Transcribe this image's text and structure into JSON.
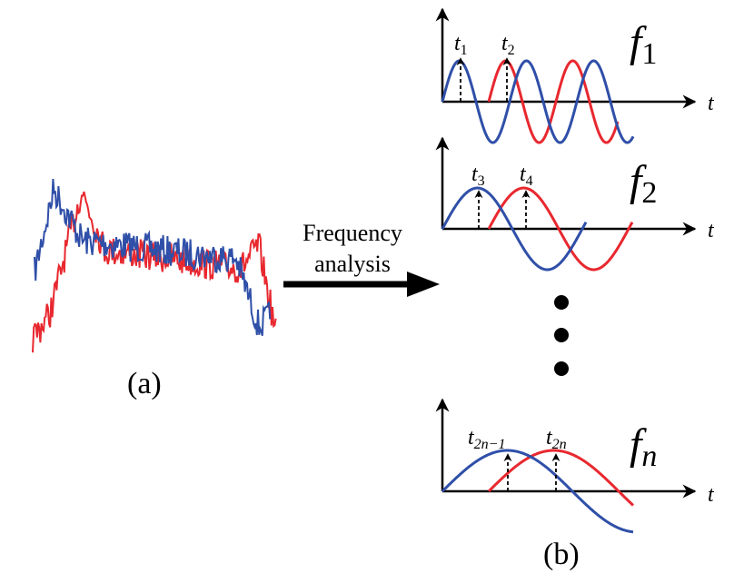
{
  "figure": {
    "panel_a_label": "(a)",
    "panel_b_label": "(b)",
    "arrow_label_line1": "Frequency",
    "arrow_label_line2": "analysis"
  },
  "colors": {
    "blue": "#2f4fa8",
    "red": "#e8282f",
    "axis": "#000000"
  },
  "panels": [
    {
      "freq_base": "f",
      "freq_sub": "1",
      "axis_label": "t",
      "markers": [
        {
          "base": "t",
          "sub": "1"
        },
        {
          "base": "t",
          "sub": "2"
        }
      ]
    },
    {
      "freq_base": "f",
      "freq_sub": "2",
      "axis_label": "t",
      "markers": [
        {
          "base": "t",
          "sub": "3"
        },
        {
          "base": "t",
          "sub": "4"
        }
      ]
    },
    {
      "freq_base": "f",
      "freq_sub": "n",
      "axis_label": "t",
      "markers": [
        {
          "base": "t",
          "sub": "2n−1"
        },
        {
          "base": "t",
          "sub": "2n"
        }
      ]
    }
  ]
}
